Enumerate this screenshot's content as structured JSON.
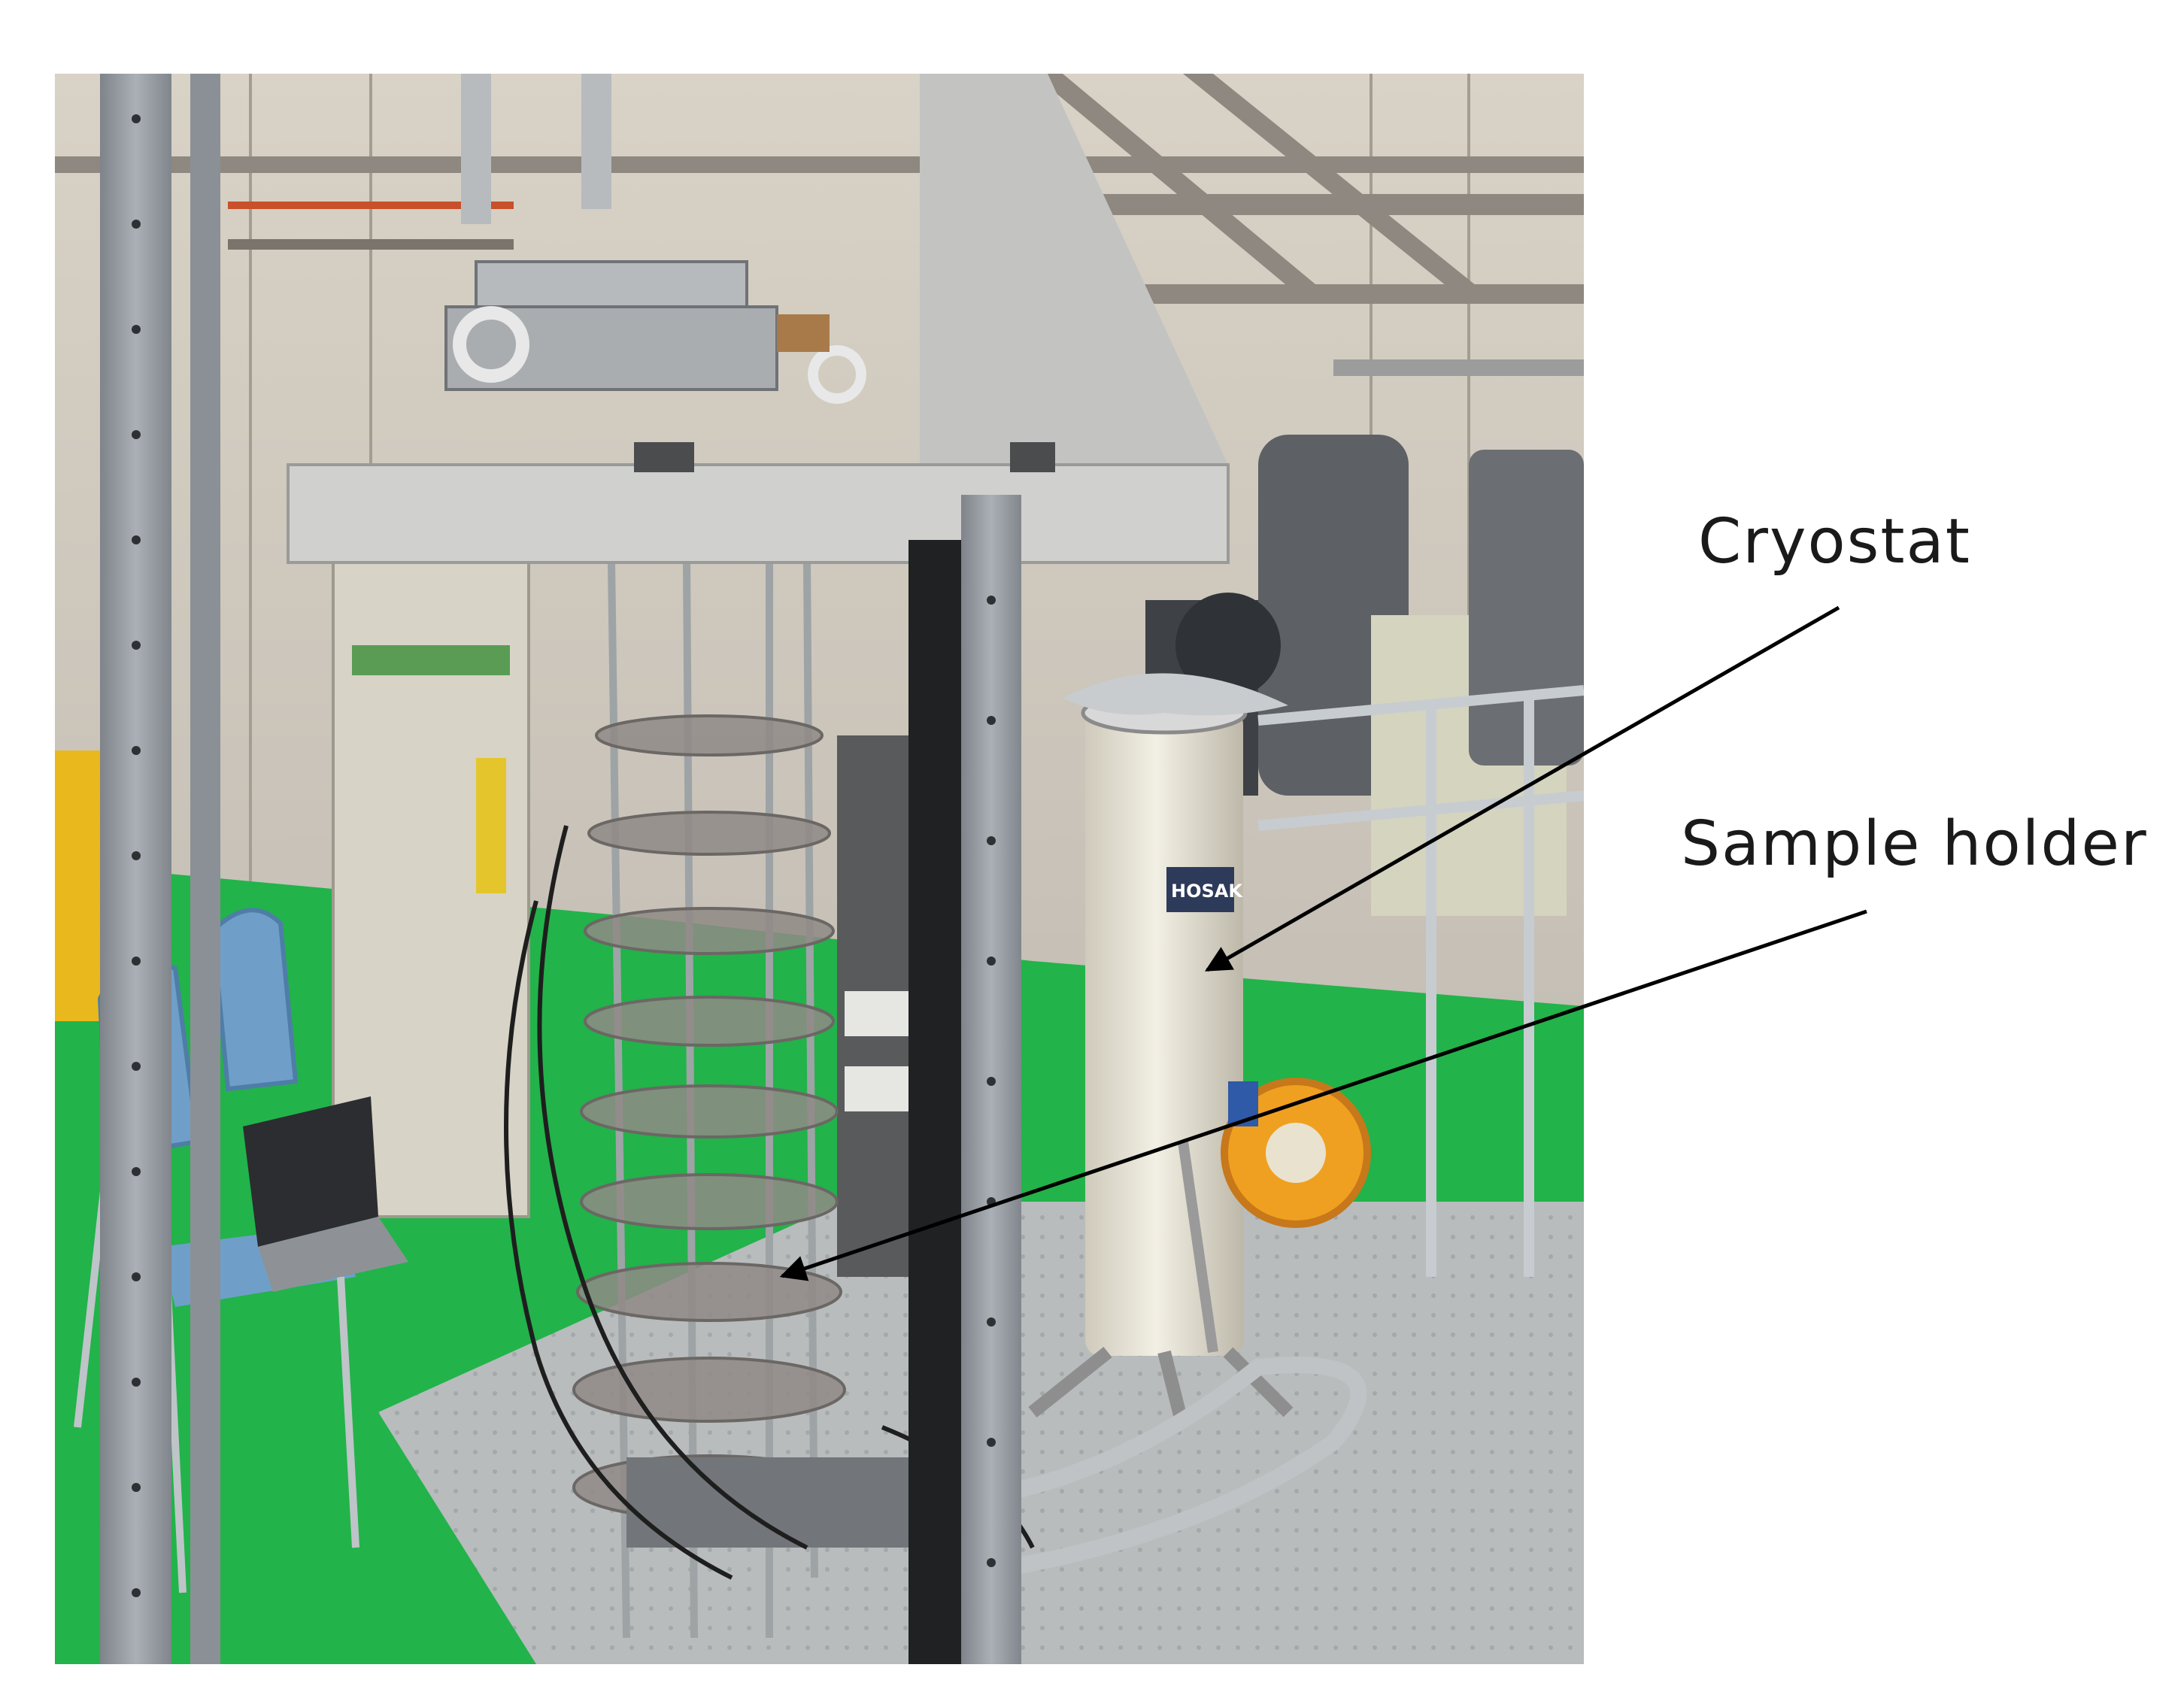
{
  "figure": {
    "labels": {
      "cryostat": "Cryostat",
      "sample_holder": "Sample holder"
    },
    "dewar_brand": "HOSAK",
    "colors": {
      "floor_green": "#22b34a",
      "floor_gray": "#b8bcbd",
      "frame_gray": "#9aa0a6",
      "dewar_cream": "#e8e5d8",
      "reel_orange": "#f0a020",
      "chair_blue": "#6f9fc8",
      "arrow": "#000000"
    }
  }
}
